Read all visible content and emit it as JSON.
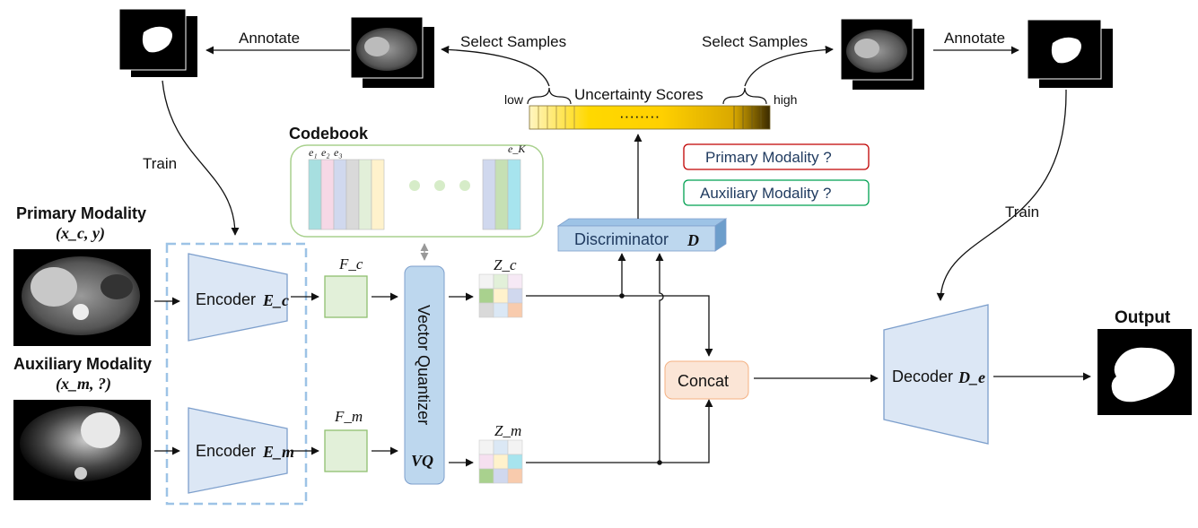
{
  "labels": {
    "annotate_left": "Annotate",
    "annotate_right": "Annotate",
    "select_left": "Select Samples",
    "select_right": "Select Samples",
    "uncertainty": "Uncertainty Scores",
    "low": "low",
    "high": "high",
    "dots": "········",
    "codebook": "Codebook",
    "train_left": "Train",
    "train_right": "Train",
    "primary_modality": "Primary Modality",
    "primary_pair": "(x_c, y)",
    "auxiliary_modality": "Auxiliary Modality",
    "auxiliary_pair": "(x_m, ?)",
    "encoder_c": "Encoder",
    "encoder_c_sym": "E_c",
    "encoder_m": "Encoder",
    "encoder_m_sym": "E_m",
    "fc": "F_c",
    "fm": "F_m",
    "zc": "Z_c",
    "zm": "Z_m",
    "vq_text": "Vector Quantizer",
    "vq_abbr": "VQ",
    "discriminator": "Discriminator",
    "discriminator_sym": "D",
    "q_primary": "Primary Modality ?",
    "q_auxiliary": "Auxiliary Modality ?",
    "concat": "Concat",
    "decoder": "Decoder",
    "decoder_sym": "D_e",
    "output": "Output",
    "e1": "e₁",
    "e2": "e₂",
    "e3": "e₃",
    "ek": "e_K"
  },
  "colors": {
    "encoder_fill": "#dce7f5",
    "encoder_stroke": "#7d9fcc",
    "feature_fill": "#e2f0d9",
    "feature_stroke": "#8fbf6f",
    "vq_fill": "#bdd7ee",
    "concat_fill": "#fbe5d6",
    "codebook_stroke": "#a9d18e",
    "primary_q_stroke": "#c00000",
    "auxiliary_q_stroke": "#00a050",
    "uncertainty_yellow": "#ffd500",
    "uncertainty_dark": "#3a2a00"
  }
}
